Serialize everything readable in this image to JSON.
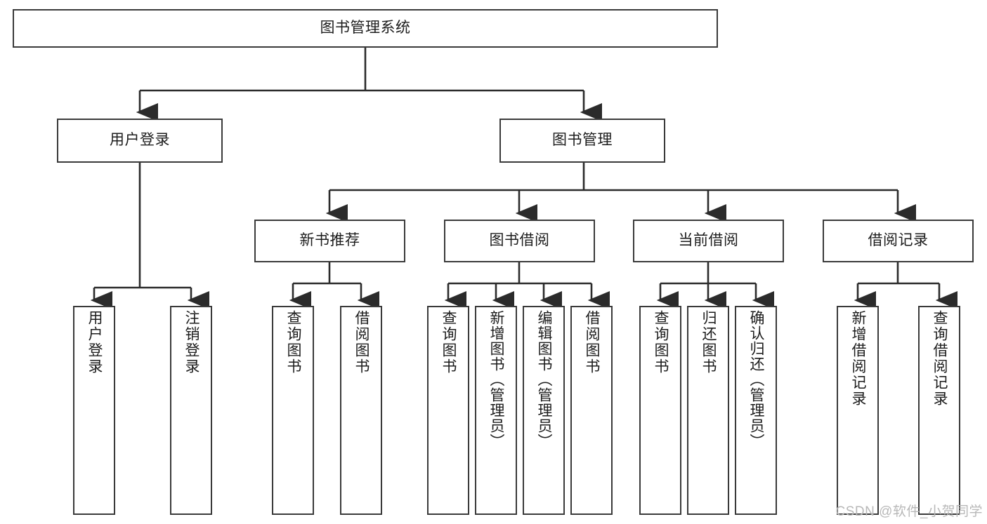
{
  "diagram": {
    "title": "图书管理系统",
    "type": "hierarchy-tree",
    "style": {
      "box_border_color": "#3a3a3a",
      "box_fill_color": "#ffffff",
      "connector_color": "#2b2b2b",
      "background_color": "#ffffff",
      "watermark_color": "#b8b8b8"
    },
    "levels": [
      {
        "level": 1,
        "nodes": [
          {
            "id": "root",
            "label": "图书管理系统",
            "orientation": "horizontal"
          }
        ]
      },
      {
        "level": 2,
        "nodes": [
          {
            "id": "login",
            "label": "用户登录",
            "orientation": "horizontal",
            "parent": "root"
          },
          {
            "id": "bookmgmt",
            "label": "图书管理",
            "orientation": "horizontal",
            "parent": "root"
          }
        ]
      },
      {
        "level": 3,
        "nodes": [
          {
            "id": "newbook",
            "label": "新书推荐",
            "orientation": "horizontal",
            "parent": "bookmgmt"
          },
          {
            "id": "borrow",
            "label": "图书借阅",
            "orientation": "horizontal",
            "parent": "bookmgmt"
          },
          {
            "id": "current",
            "label": "当前借阅",
            "orientation": "horizontal",
            "parent": "bookmgmt"
          },
          {
            "id": "records",
            "label": "借阅记录",
            "orientation": "horizontal",
            "parent": "bookmgmt"
          }
        ]
      },
      {
        "level": 4,
        "nodes": [
          {
            "id": "leaf-1",
            "label": "用户登录",
            "orientation": "vertical",
            "parent": "login"
          },
          {
            "id": "leaf-2",
            "label": "注销登录",
            "orientation": "vertical",
            "parent": "login"
          },
          {
            "id": "leaf-3",
            "label": "查询图书",
            "orientation": "vertical",
            "parent": "newbook"
          },
          {
            "id": "leaf-4",
            "label": "借阅图书",
            "orientation": "vertical",
            "parent": "newbook"
          },
          {
            "id": "leaf-5",
            "label": "查询图书",
            "orientation": "vertical",
            "parent": "borrow"
          },
          {
            "id": "leaf-6",
            "label": "新增图书（管理员）",
            "orientation": "vertical",
            "parent": "borrow"
          },
          {
            "id": "leaf-7",
            "label": "编辑图书（管理员）",
            "orientation": "vertical",
            "parent": "borrow"
          },
          {
            "id": "leaf-8",
            "label": "借阅图书",
            "orientation": "vertical",
            "parent": "borrow"
          },
          {
            "id": "leaf-9",
            "label": "查询图书",
            "orientation": "vertical",
            "parent": "current"
          },
          {
            "id": "leaf-10",
            "label": "归还图书",
            "orientation": "vertical",
            "parent": "current"
          },
          {
            "id": "leaf-11",
            "label": "确认归还（管理员）",
            "orientation": "vertical",
            "parent": "current"
          },
          {
            "id": "leaf-12",
            "label": "新增借阅记录",
            "orientation": "vertical",
            "parent": "records"
          },
          {
            "id": "leaf-13",
            "label": "查询借阅记录",
            "orientation": "vertical",
            "parent": "records"
          }
        ]
      }
    ]
  },
  "watermark": {
    "text": "CSDN @软件_小贺同学"
  }
}
